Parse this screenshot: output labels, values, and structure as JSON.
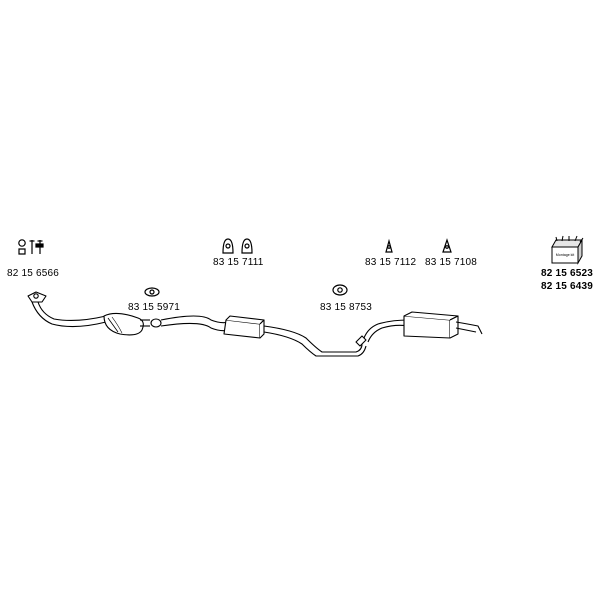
{
  "parts": {
    "mounting_kit": {
      "number": "82 15 6566"
    },
    "rubber_hangers_mid": {
      "number": "83 15 7111"
    },
    "rubber_hanger_rear_left": {
      "number": "83 15 7112"
    },
    "rubber_hanger_rear_right": {
      "number": "83 15 7108"
    },
    "front_gasket": {
      "number": "83 15 5971"
    },
    "rear_gasket": {
      "number": "83 15 8753"
    },
    "montage_kit": {
      "box_text": "Montage kit",
      "numbers": [
        "82 15 6523",
        "82 15 6439"
      ]
    }
  }
}
